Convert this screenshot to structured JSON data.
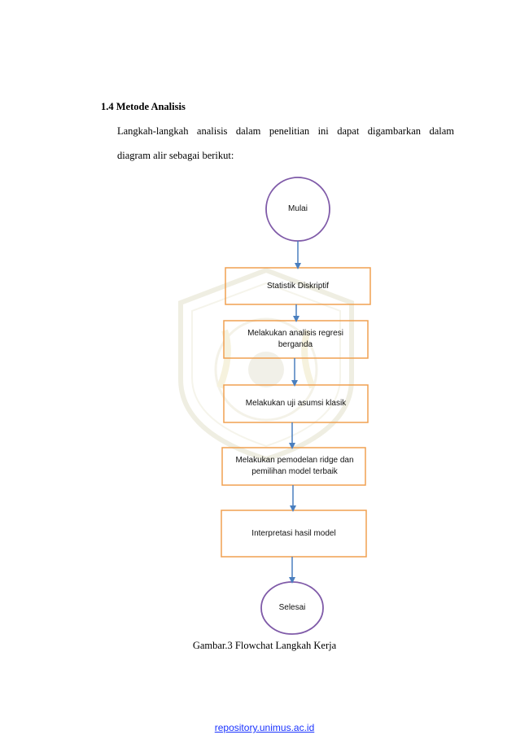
{
  "section": {
    "heading": "1.4 Metode Analisis",
    "paragraph_line1": "Langkah-langkah analisis dalam penelitian ini dapat digambarkan dalam",
    "paragraph_line2": "diagram alir sebagai berikut:"
  },
  "flowchart": {
    "nodes": [
      {
        "id": "start",
        "shape": "ellipse",
        "label": "Mulai"
      },
      {
        "id": "step1",
        "shape": "rect",
        "label": "Statistik Diskriptif"
      },
      {
        "id": "step2",
        "shape": "rect",
        "label": "Melakukan analisis regresi berganda"
      },
      {
        "id": "step3",
        "shape": "rect",
        "label": "Melakukan uji asumsi klasik"
      },
      {
        "id": "step4",
        "shape": "rect",
        "label": "Melakukan pemodelan ridge dan pemilihan model terbaik"
      },
      {
        "id": "step5",
        "shape": "rect",
        "label": "Interpretasi hasil model"
      },
      {
        "id": "end",
        "shape": "ellipse",
        "label": "Selesai"
      }
    ],
    "colors": {
      "ellipse_stroke": "#7f5aa8",
      "rect_stroke": "#f0a050",
      "arrow": "#4a7fbf"
    }
  },
  "caption": "Gambar.3 Flowchat Langkah Kerja",
  "footer": {
    "link_text": "repository.unimus.ac.id"
  }
}
